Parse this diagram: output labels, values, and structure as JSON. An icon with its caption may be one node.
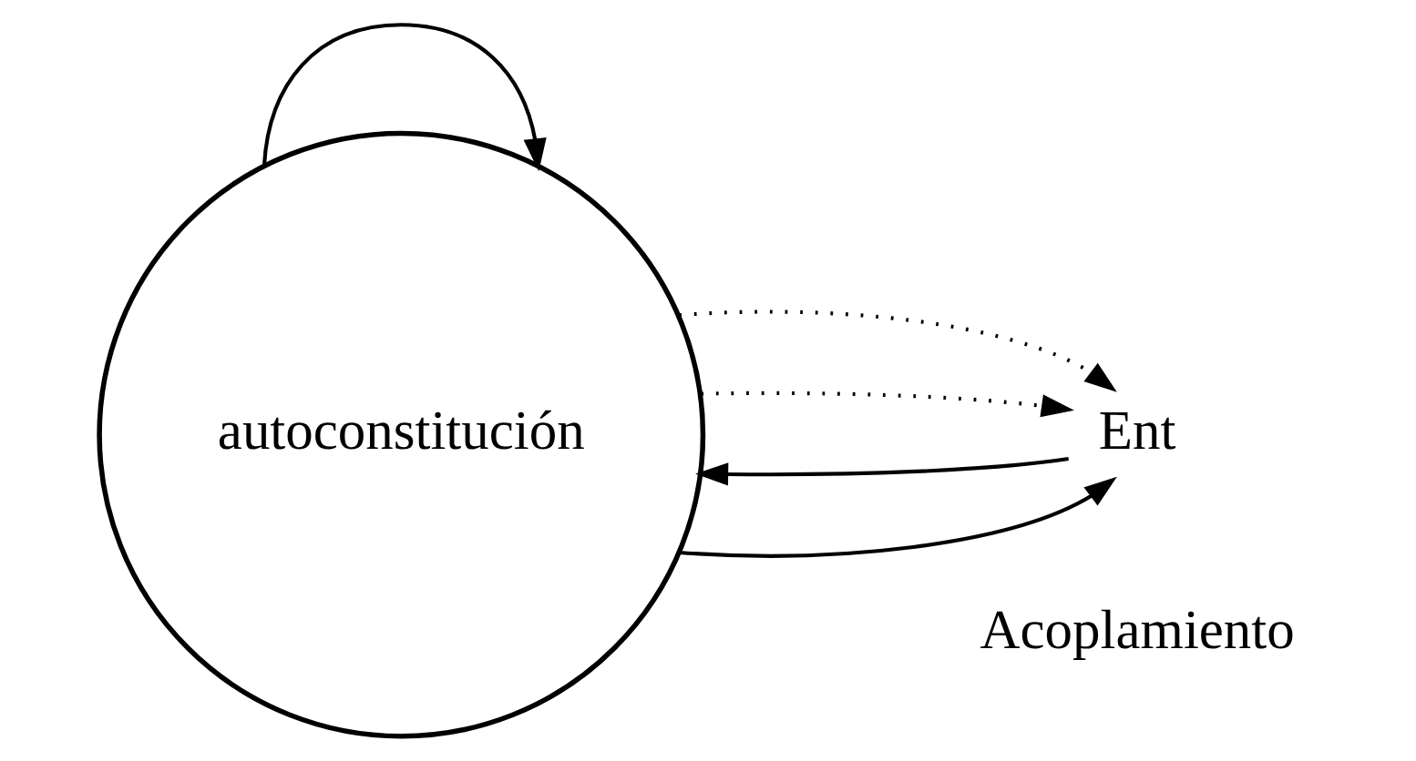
{
  "diagram": {
    "nodes": [
      {
        "text": [
          "autoconstitución"
        ]
      },
      {
        "text": [
          "Ent"
        ]
      }
    ],
    "edges": [
      {
        "from": 0,
        "to": 0,
        "arrow": "to"
      },
      {
        "from": 0,
        "to": 1,
        "arrow": "to"
      },
      {
        "from": 1,
        "to": 0,
        "arrow": "to"
      },
      {
        "from": 0,
        "to": 1,
        "arrow": "to",
        "style": "dashed"
      },
      {
        "from": 0,
        "to": 1,
        "arrow": "to",
        "style": "dashed"
      }
    ],
    "labels": [
      "Acoplamiento"
    ]
  }
}
